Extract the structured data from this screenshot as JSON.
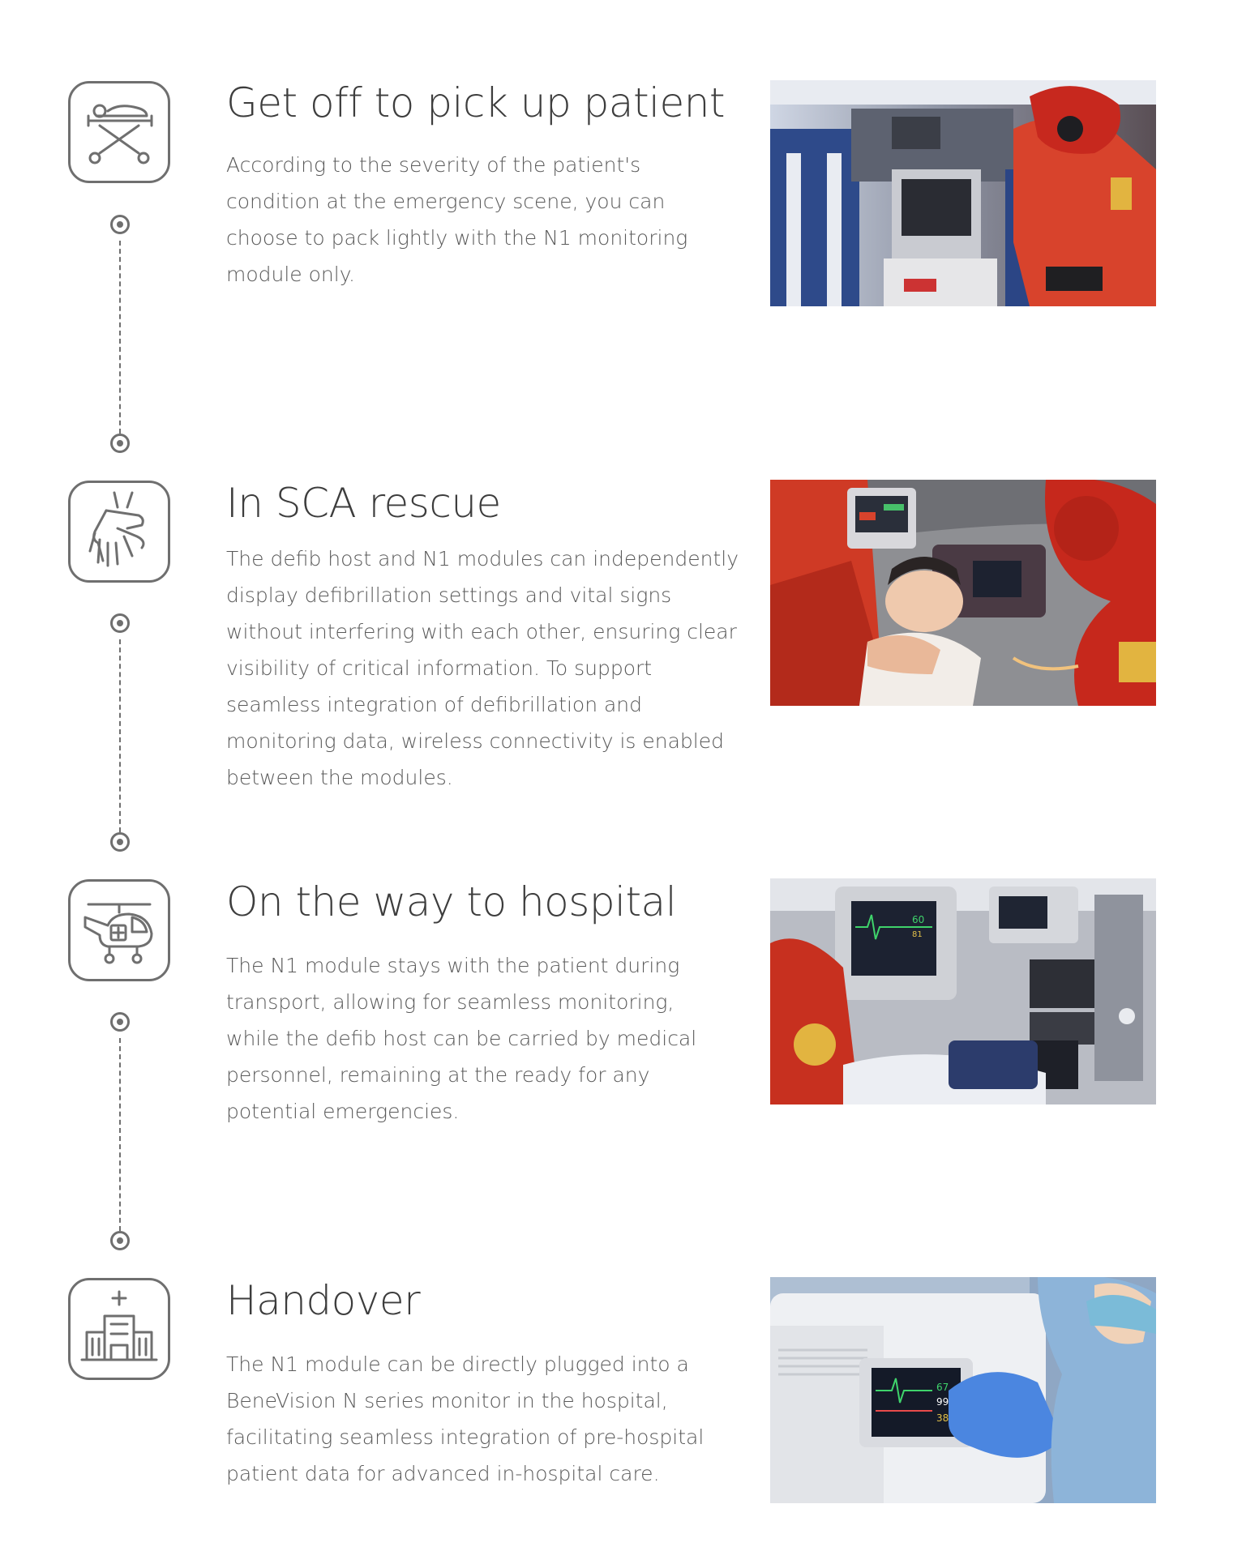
{
  "steps": [
    {
      "title": "Get off to pick up patient",
      "body": "According to the severity of the patient's condition at the emergency scene, you can choose to pack lightly with the N1 monitoring module only.",
      "icon": "stretcher-icon",
      "photo": "ambulance-crew-photo"
    },
    {
      "title": "In SCA rescue",
      "body": "The defib host and N1 modules can independently display defibrillation settings and vital signs without interfering with each other, ensuring clear visibility of critical information. To support seamless integration of defibrillation and monitoring data, wireless connectivity is enabled between the modules.",
      "icon": "cpr-hands-icon",
      "photo": "cpr-rescue-photo"
    },
    {
      "title": "On the way to hospital",
      "body": "The N1 module stays with the patient during transport, allowing for seamless monitoring, while the defib host can be carried by medical personnel, remaining at the ready for any potential emergencies.",
      "icon": "air-ambulance-icon",
      "photo": "transport-monitoring-photo"
    },
    {
      "title": "Handover",
      "body": "The N1 module can be directly plugged into a BeneVision N series monitor in the hospital, facilitating seamless integration of pre-hospital patient data for advanced in-hospital care.",
      "icon": "hospital-icon",
      "photo": "hospital-handover-photo"
    }
  ],
  "colors": {
    "icon_stroke": "#6f6f6f",
    "title": "#3d3d3d",
    "body": "#5a5a5a",
    "rescue_red": "#d8432c"
  }
}
